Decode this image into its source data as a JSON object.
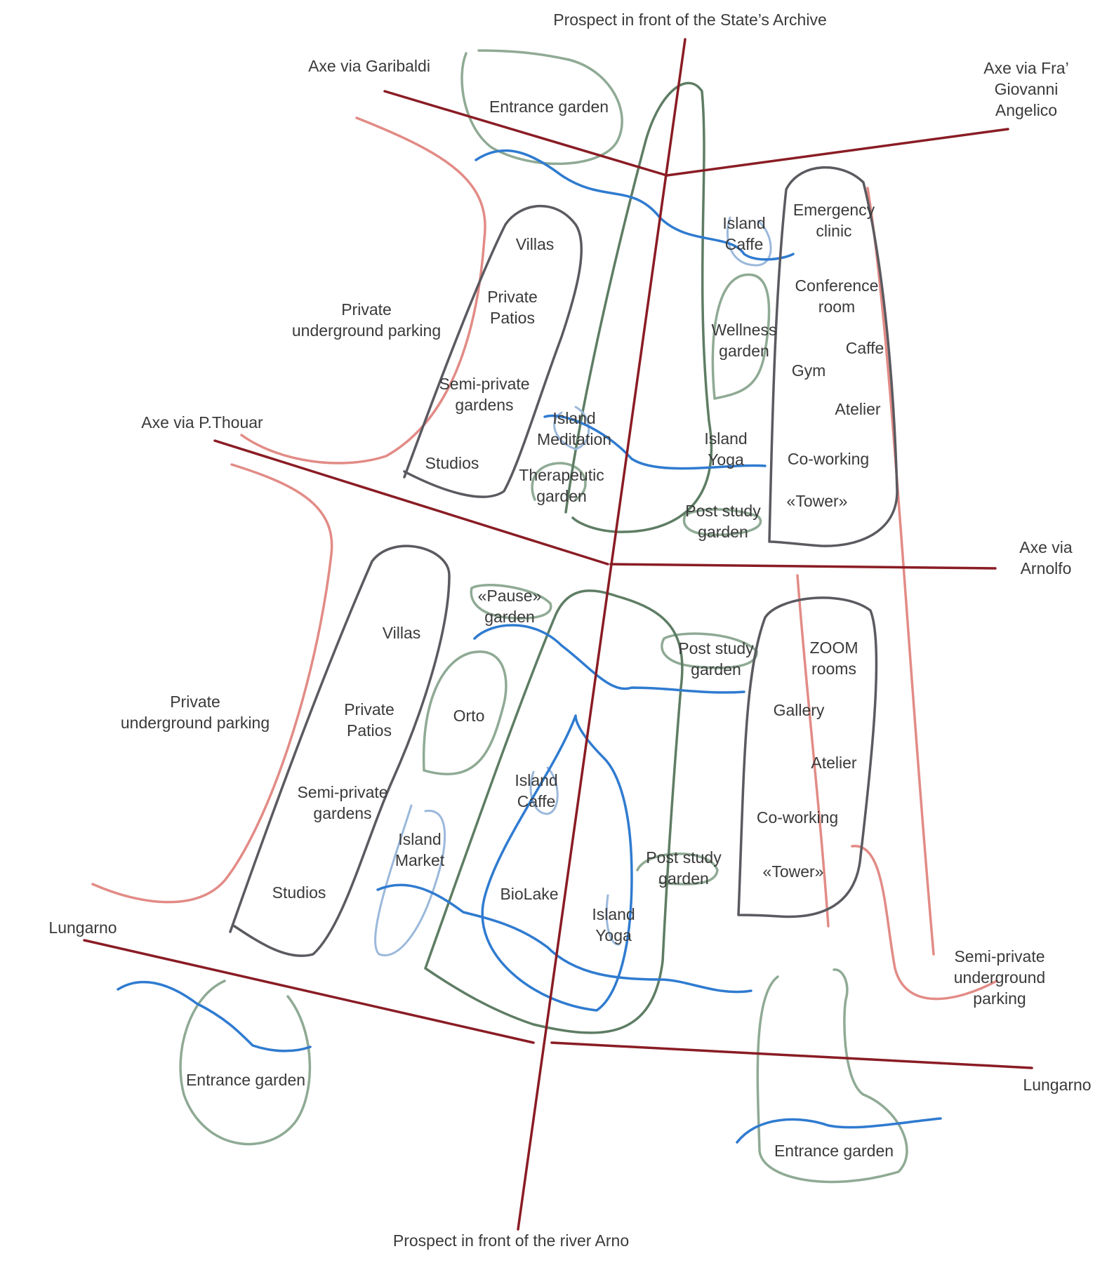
{
  "axes": {
    "state_archive": "Prospect in front of the State’s Archive",
    "river_arno": "Prospect in front of the river Arno",
    "garibaldi": "Axe via Garibaldi",
    "angelico": "Axe via Fra’\nGiovanni Angelico",
    "thouar": "Axe via P.Thouar",
    "arnolfo": "Axe via Arnolfo",
    "lungarno_left": "Lungarno",
    "lungarno_right": "Lungarno"
  },
  "north_west": {
    "villas": "Villas",
    "private_patios": "Private\nPatios",
    "semi_private_gardens": "Semi-private\ngardens",
    "studios": "Studios",
    "parking": "Private\nunderground parking",
    "island_meditation": "Island\nMeditation",
    "therapeutic_garden": "Therapeutic\ngarden"
  },
  "north_east": {
    "entrance_garden": "Entrance garden",
    "island_caffe": "Island\nCaffe",
    "emergency_clinic": "Emergency\nclinic",
    "conference_room": "Conference\nroom",
    "wellness_garden": "Wellness\ngarden",
    "caffe": "Caffe",
    "gym": "Gym",
    "atelier": "Atelier",
    "island_yoga": "Island\nYoga",
    "co_working": "Co-working",
    "tower": "«Tower»",
    "post_study_garden": "Post study\ngarden"
  },
  "south_west": {
    "parking": "Private\nunderground parking",
    "villas": "Villas",
    "private_patios": "Private\nPatios",
    "semi_private_gardens": "Semi-private\ngardens",
    "studios": "Studios",
    "island_market": "Island\nMarket",
    "orto": "Orto",
    "pause_garden": "«Pause»\ngarden",
    "entrance_garden": "Entrance garden"
  },
  "south_east": {
    "island_caffe": "Island\nCaffe",
    "biolake": "BioLake",
    "island_yoga": "Island\nYoga",
    "post_study_garden_upper": "Post study\ngarden",
    "post_study_garden_lower": "Post study\ngarden",
    "zoom_rooms": "ZOOM\nrooms",
    "gallery": "Gallery",
    "atelier": "Atelier",
    "co_working": "Co-working",
    "tower": "«Tower»",
    "semi_private_parking": "Semi-private\nunderground parking",
    "entrance_garden": "Entrance garden"
  },
  "colors": {
    "axis": "#8a1c24",
    "water": "#2f7bd0",
    "water_light": "#9bb8db",
    "green": "#8faa94",
    "green_dark": "#5e7d64",
    "building": "#5a5a60",
    "parking": "#e28b86",
    "text": "#3a3a3a"
  }
}
